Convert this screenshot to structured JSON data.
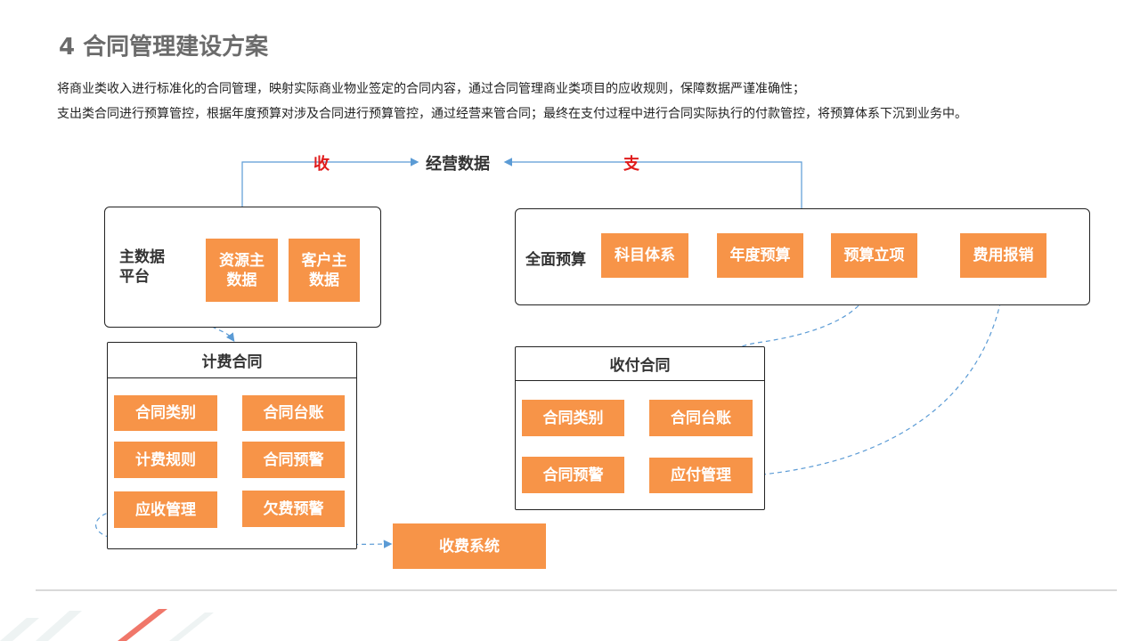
{
  "title": "4 合同管理建设方案",
  "description": [
    "将商业类收入进行标准化的合同管理，映射实际商业物业签定的合同内容，通过合同管理商业类项目的应收规则，保障数据严谨准确性；",
    "支出类合同进行预算管控，根据年度预算对涉及合同进行预算管控，通过经营来管合同；最终在支付过程中进行合同实际执行的付款管控，将预算体系下沉到业务中。"
  ],
  "center": {
    "label": "经营数据",
    "income": "收",
    "expense": "支"
  },
  "master_data": {
    "label": "主数据\n平台",
    "items": [
      "资源主\n数据",
      "客户主\n数据"
    ]
  },
  "budget": {
    "label": "全面预算",
    "items": [
      "科目体系",
      "年度预算",
      "预算立项",
      "费用报销"
    ]
  },
  "billing_contract": {
    "label": "计费合同",
    "items": [
      "合同类别",
      "合同台账",
      "计费规则",
      "合同预警",
      "应收管理",
      "欠费预警"
    ]
  },
  "payment_contract": {
    "label": "收付合同",
    "items": [
      "合同类别",
      "合同台账",
      "合同预警",
      "应付管理"
    ]
  },
  "charge_system": "收费系统",
  "colors": {
    "box": "#f79448",
    "income_expense_text": "#e01b1b",
    "connector": "#5b9bd5"
  }
}
